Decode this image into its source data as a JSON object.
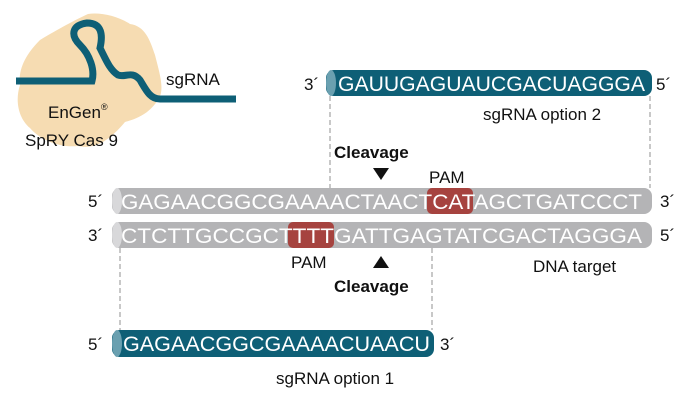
{
  "enzyme": {
    "name_line1": "EnGen",
    "registered_mark": "®",
    "name_line2": "SpRY Cas 9",
    "sgrna_label": "sgRNA"
  },
  "sgrna_option2": {
    "end_left": "3´",
    "sequence": "GAUUGAGUAUCGACUAGGGA",
    "end_right": "5´",
    "label": "sgRNA option 2"
  },
  "dna_target": {
    "label": "DNA target",
    "top_strand": {
      "end_left": "5´",
      "before_pam": "GAGAACGGCGAAAACTAACT",
      "pam": "CAT",
      "after_pam": "AGCTGATCCCT",
      "end_right": "3´"
    },
    "bottom_strand": {
      "end_left": "3´",
      "before_pam": "CTCTTGCCGCT",
      "pam": "TTT",
      "after_pam": "GATTGAGTATCGACTAGGGA",
      "end_right": "5´"
    },
    "pam_label_top": "PAM",
    "pam_label_bottom": "PAM"
  },
  "cleavage_top": "Cleavage",
  "cleavage_bottom": "Cleavage",
  "sgrna_option1": {
    "end_left": "5´",
    "sequence": "GAGAACGGCGAAAACUAACU",
    "end_right": "3´",
    "label": "sgRNA option 1"
  },
  "colors": {
    "rna": "#0e5f76",
    "dna": "#b4b4b6",
    "pam": "#a6433f",
    "protein": "#f6dcb2"
  }
}
